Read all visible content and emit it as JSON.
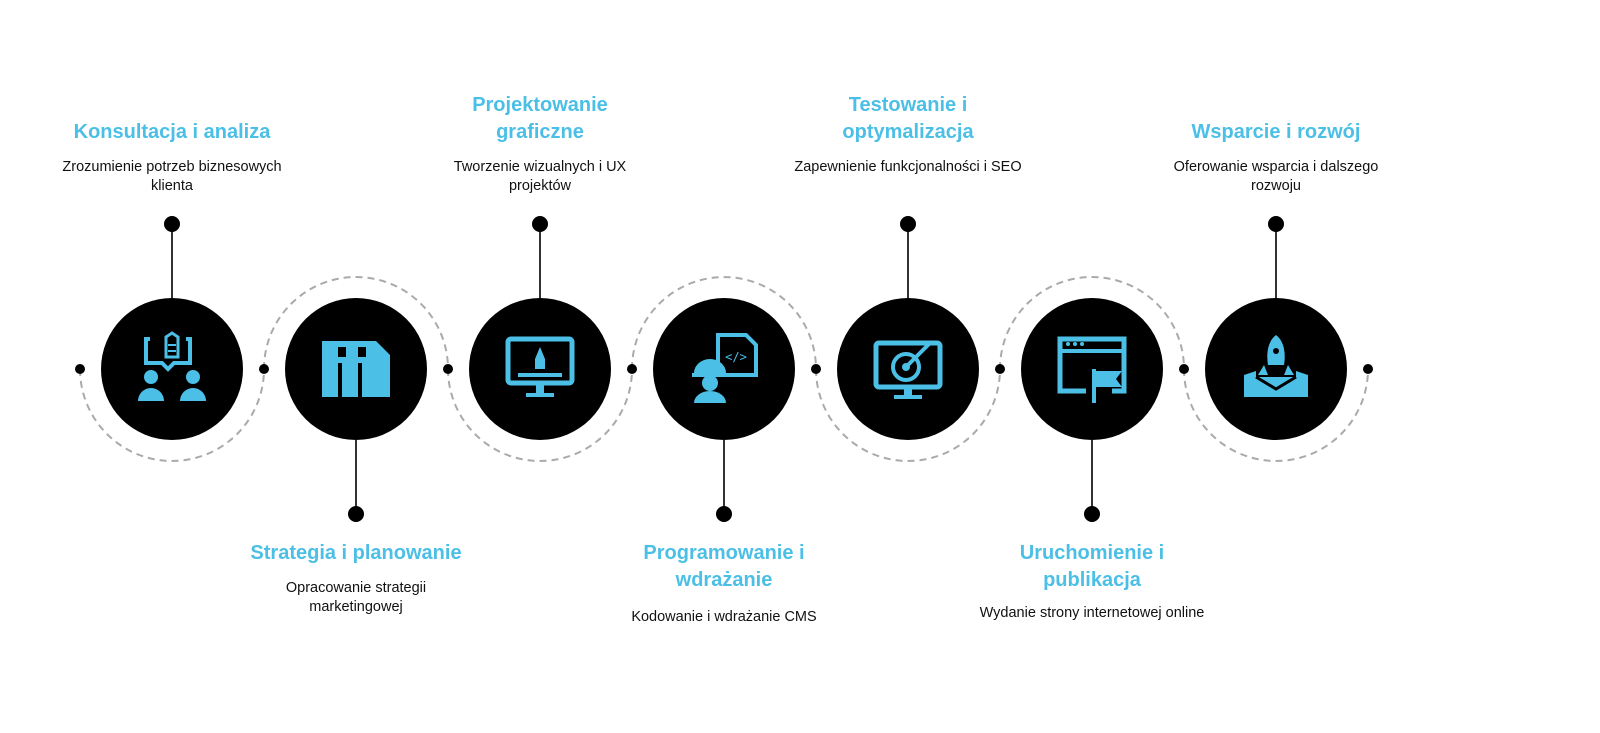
{
  "colors": {
    "accent": "#4bbfe6",
    "circle": "#000000",
    "dash": "#aaaaaa",
    "line": "#333333"
  },
  "steps": [
    {
      "title": "Konsultacja i analiza",
      "description": "Zrozumienie potrzeb biznesowych klienta",
      "icon": "consultation-icon",
      "position": "top"
    },
    {
      "title": "Strategia i planowanie",
      "description": "Opracowanie strategii marketingowej",
      "icon": "strategy-icon",
      "position": "bottom"
    },
    {
      "title": "Projektowanie graficzne",
      "description": "Tworzenie wizualnych i UX projektów",
      "icon": "design-monitor-icon",
      "position": "top"
    },
    {
      "title": "Programowanie i wdrażanie",
      "description": "Kodowanie i wdrażanie CMS",
      "icon": "developer-code-icon",
      "position": "bottom"
    },
    {
      "title": "Testowanie i optymalizacja",
      "description": "Zapewnienie funkcjonalności i SEO",
      "icon": "target-monitor-icon",
      "position": "top"
    },
    {
      "title": "Uruchomienie i publikacja",
      "description": "Wydanie strony internetowej online",
      "icon": "browser-flag-icon",
      "position": "bottom"
    },
    {
      "title": "Wsparcie i rozwój",
      "description": "Oferowanie wsparcia i dalszego rozwoju",
      "icon": "rocket-launch-icon",
      "position": "top"
    }
  ]
}
